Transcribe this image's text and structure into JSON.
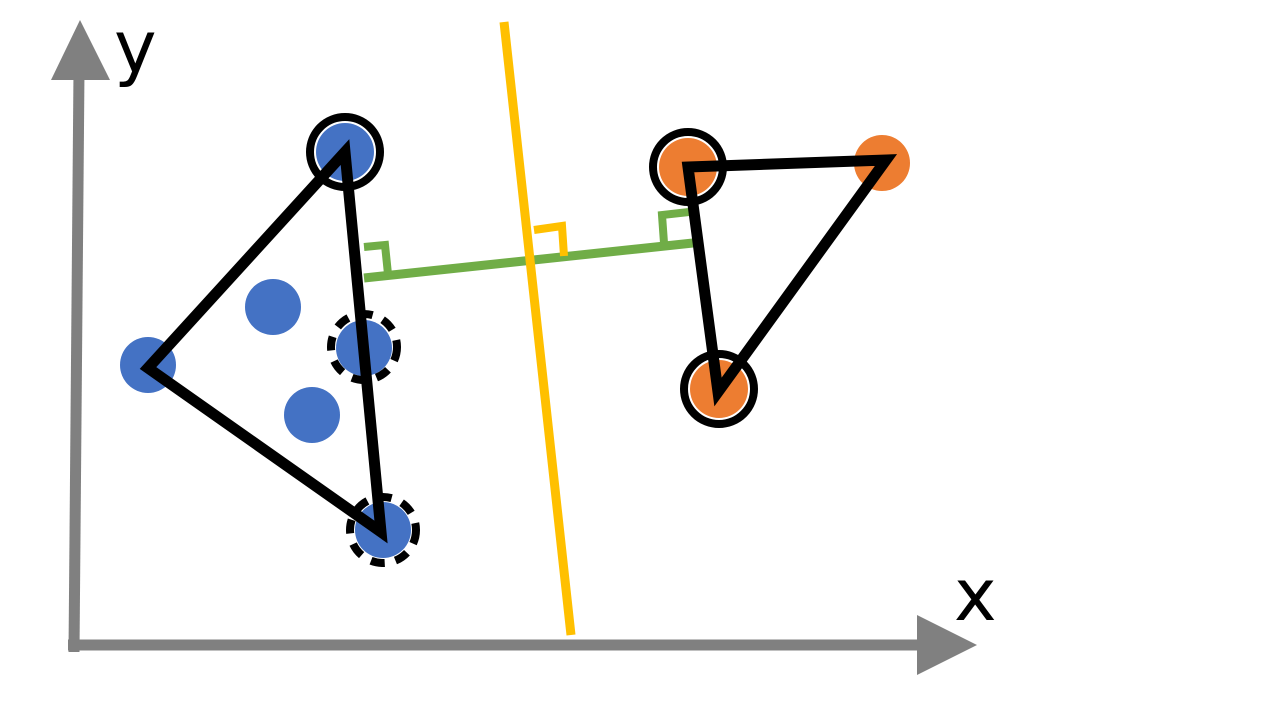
{
  "axes": {
    "x_label": "x",
    "y_label": "y",
    "color": "#808080"
  },
  "colors": {
    "class_a": "#4472C4",
    "class_b": "#ED7D31",
    "hull": "#000000",
    "separator": "#FFC000",
    "margin": "#70AD47"
  },
  "icons": {
    "support_marker": "solid-ring",
    "candidate_marker": "dashed-ring",
    "perpendicular_marker": "right-angle-icon"
  }
}
